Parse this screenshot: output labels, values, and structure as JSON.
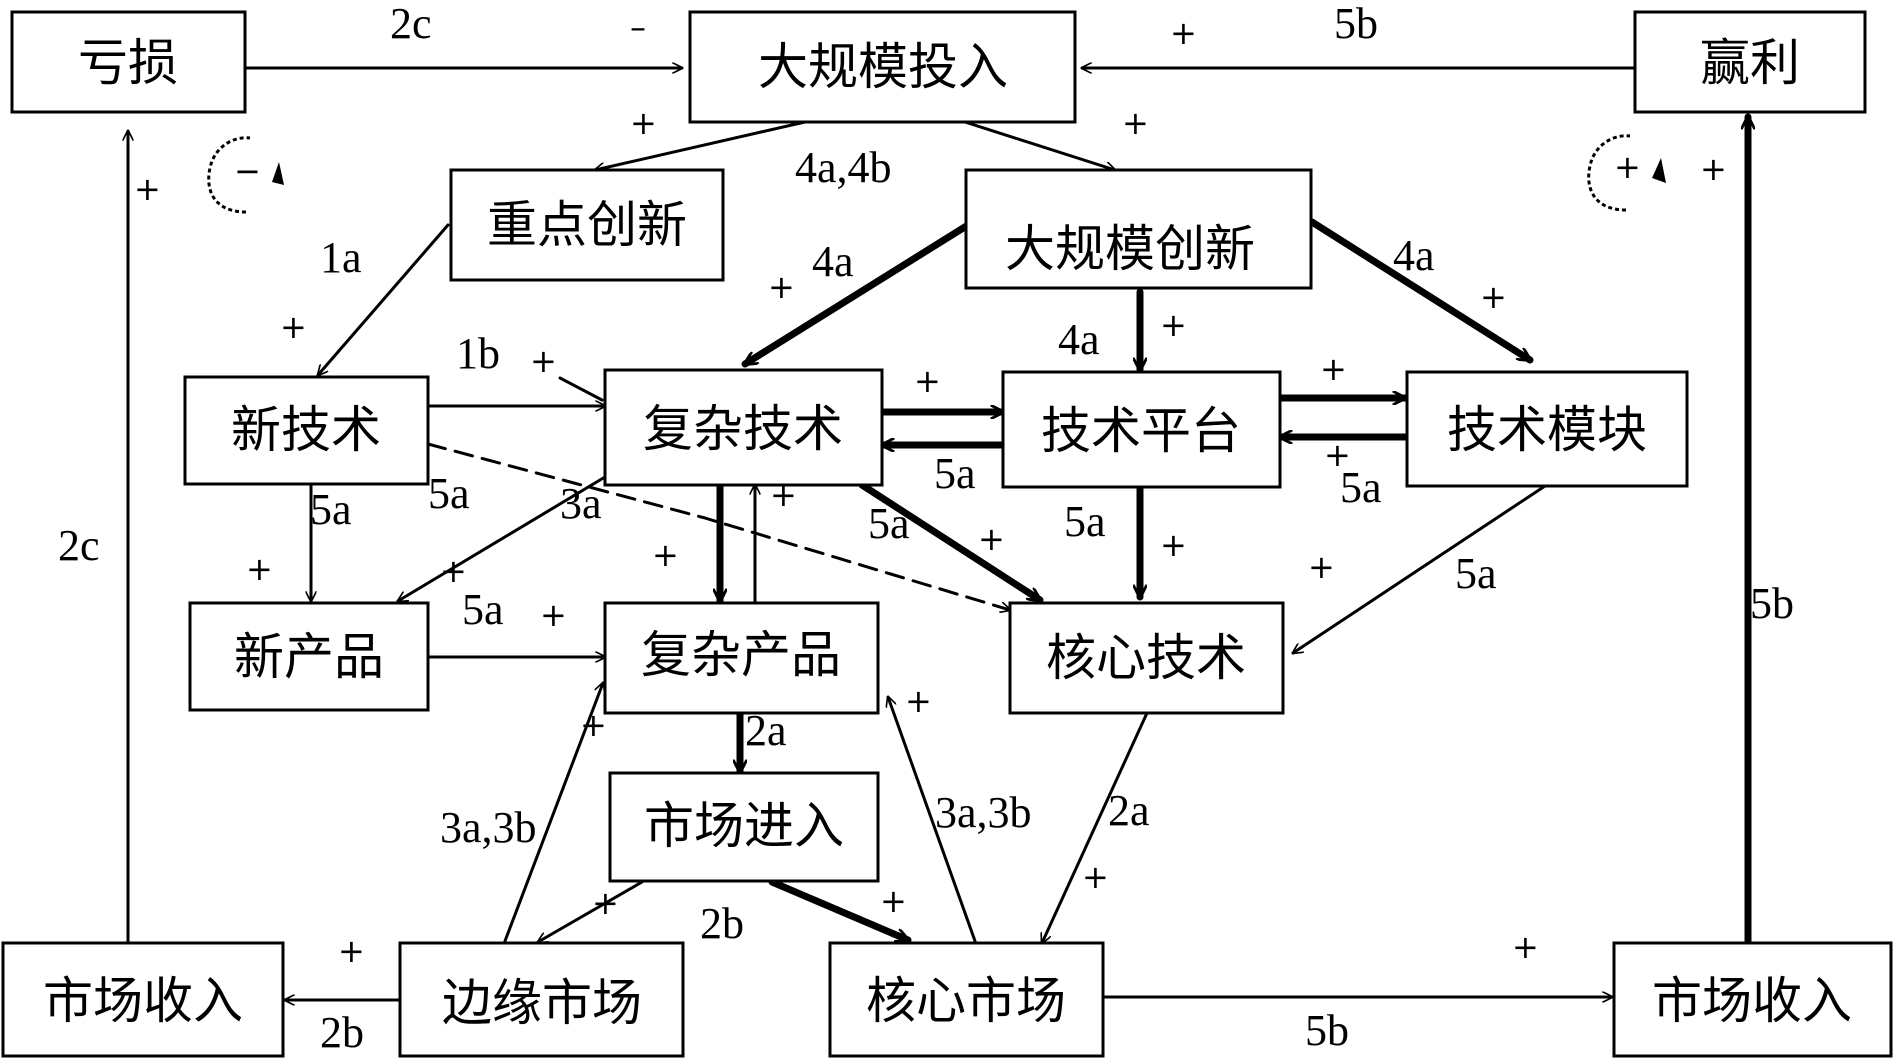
{
  "nodes": {
    "kuisun": "亏损",
    "dagui_touru": "大规模投入",
    "yingli": "赢利",
    "zhongdian_chuangxin": "重点创新",
    "dagui_chuangxin": "大规模创新",
    "xin_jishu": "新技术",
    "fuza_jishu": "复杂技术",
    "jishu_pingtai": "技术平台",
    "jishu_mokuai": "技术模块",
    "xin_chanpin": "新产品",
    "fuza_chanpin": "复杂产品",
    "hexin_jishu": "核心技术",
    "shichang_jinru": "市场进入",
    "shichang_shouru_left": "市场收入",
    "bianyuan_shichang": "边缘市场",
    "hexin_shichang": "核心市场",
    "shichang_shouru_right": "市场收入"
  },
  "labels": {
    "l_2c_top": "2c",
    "l_5b_top": "5b",
    "l_4a4b": "4a,4b",
    "l_1a": "1a",
    "l_4a_left": "4a",
    "l_4a_right": "4a",
    "l_4a_mid": "4a",
    "l_1b": "1b",
    "l_5a_xinjishu": "5a",
    "l_5a_diag": "5a",
    "l_3a_dash": "3a",
    "l_5a_fuza": "5a",
    "l_5a_pingtai": "5a",
    "l_5a_core": "5a",
    "l_5a_mokuai_pt": "5a",
    "l_5a_mokuai_core": "5a",
    "l_5a_xinchanpin": "5a",
    "l_2c_left": "2c",
    "l_5b_right": "5b",
    "l_2a_prod": "2a",
    "l_3a3b_left": "3a,3b",
    "l_3a3b_right": "3a,3b",
    "l_2a_core": "2a",
    "l_2b_mid": "2b",
    "l_2b_bottom": "2b",
    "l_5b_bottom": "5b"
  },
  "signs": {
    "s_minus_2c": "–",
    "s_plus_5b": "+",
    "s_plus_zhongdian": "+",
    "s_plus_dagui": "+",
    "s_plus_left_up": "+",
    "s_plus_right_up": "+",
    "s_plus_1a": "+",
    "s_plus_4a_left": "+",
    "s_plus_4a_mid": "+",
    "s_plus_4a_right": "+",
    "s_plus_1b": "+",
    "s_plus_pingtai": "+",
    "s_plus_mokuai": "+",
    "s_plus_mokuai_back": "+",
    "s_plus_xinchanpin": "+",
    "s_plus_diag": "+",
    "s_plus_fuza_down": "+",
    "s_plus_fuza_up": "+",
    "s_plus_core_a": "+",
    "s_plus_core_b": "+",
    "s_plus_core_c": "+",
    "s_plus_fuzaprod": "+",
    "s_plus_3a_left": "+",
    "s_plus_3a_right": "+",
    "s_plus_2a_core": "+",
    "s_plus_bianyuan": "+",
    "s_plus_hexin": "+",
    "s_plus_shouru_left": "+",
    "s_plus_shouru_right": "+"
  },
  "loops": {
    "left": "−",
    "right": "+"
  }
}
